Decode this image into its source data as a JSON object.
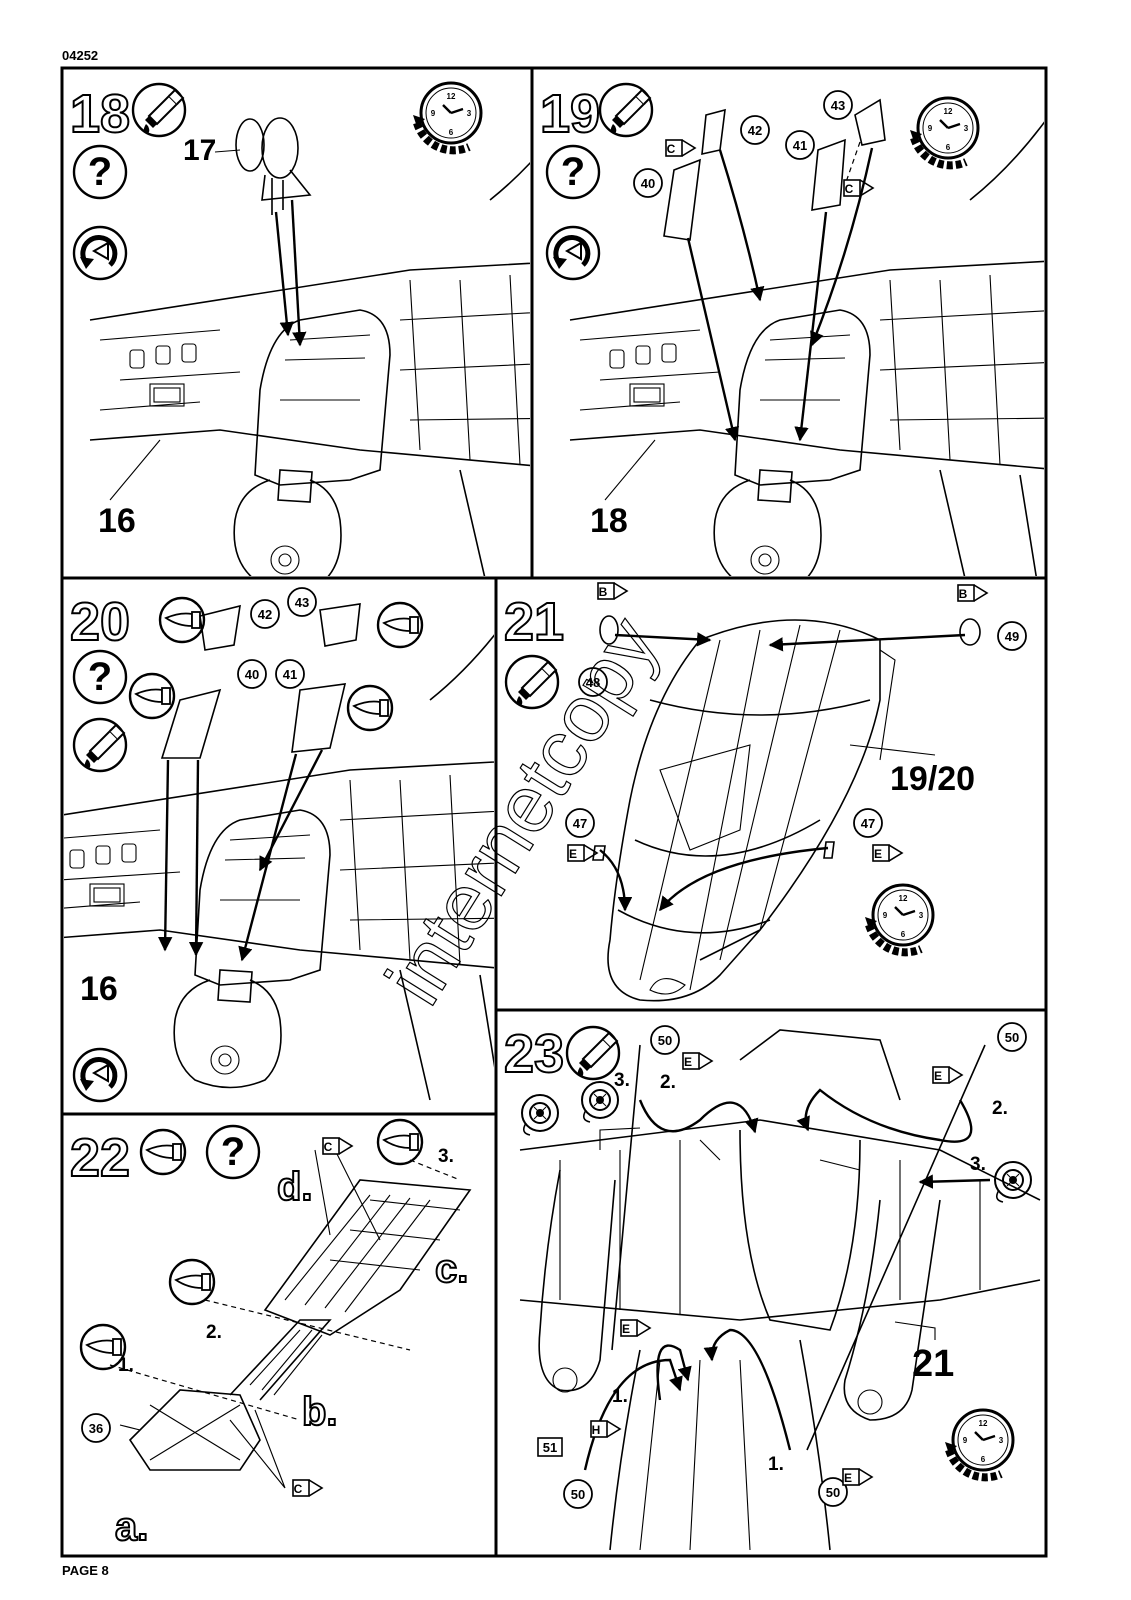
{
  "header": {
    "doc_code": "04252"
  },
  "footer": {
    "page_label": "PAGE 8"
  },
  "watermark": {
    "text": "internetcopy"
  },
  "steps": {
    "s18": {
      "number": "18",
      "callouts": {
        "part_17": "17",
        "part_16": "16"
      }
    },
    "s19": {
      "number": "19",
      "callouts": {
        "p42": "42",
        "p43": "43",
        "p41": "41",
        "p40": "40",
        "part_18": "18",
        "tag_c1": "C",
        "tag_c2": "C"
      }
    },
    "s20": {
      "number": "20",
      "callouts": {
        "p42": "42",
        "p43": "43",
        "p40": "40",
        "p41": "41",
        "part_16": "16"
      }
    },
    "s21": {
      "number": "21",
      "callouts": {
        "p48": "48",
        "p49": "49",
        "p47a": "47",
        "p47b": "47",
        "ref": "19/20",
        "tag_b1": "B",
        "tag_b2": "B",
        "tag_e1": "E",
        "tag_e2": "E"
      }
    },
    "s22": {
      "number": "22",
      "callouts": {
        "p36": "36",
        "tag_c1": "C",
        "tag_c2": "C",
        "seq1": "1.",
        "seq2": "2.",
        "seq3": "3.",
        "sa": "a.",
        "sb": "b.",
        "sc": "c.",
        "sd": "d."
      }
    },
    "s23": {
      "number": "23",
      "callouts": {
        "p50a": "50",
        "p50b": "50",
        "p50c": "50",
        "p50d": "50",
        "p51": "51",
        "part_21": "21",
        "tag_e1": "E",
        "tag_e2": "E",
        "tag_e3": "E",
        "tag_e4": "E",
        "tag_h": "H",
        "seq1a": "1.",
        "seq1b": "1.",
        "seq2a": "2.",
        "seq2b": "2.",
        "seq3a": "3.",
        "seq3b": "3."
      }
    }
  },
  "icons": {
    "glue": "glue-tube-icon",
    "optional": "question-mark-icon",
    "rotate": "rotate-model-icon",
    "drying_time": "clock-icon",
    "knife": "hobby-knife-icon",
    "thread": "thread-spool-icon"
  },
  "colors": {
    "ink": "#000000",
    "paper": "#ffffff"
  }
}
